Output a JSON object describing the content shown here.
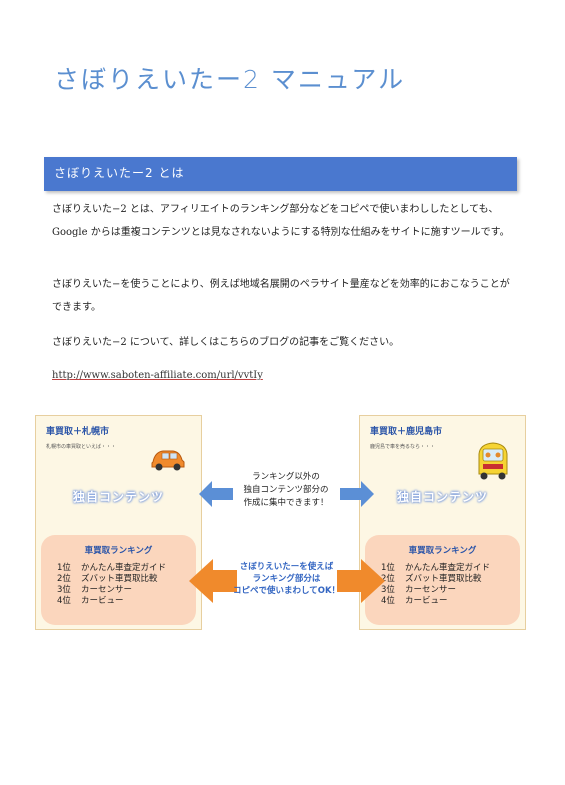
{
  "title": "さぼりえいたー2 マニュアル",
  "section": {
    "heading": "さぼりえいたー2 とは"
  },
  "paragraphs": [
    "さぼりえいた−2 とは、アフィリエイトのランキング部分などをコピペで使いまわししたとしても、Google からは重複コンテンツとは見なされないようにする特別な仕組みをサイトに施すツールです。",
    "さぼりえいた−を使うことにより、例えば地域名展開のペラサイト量産などを効率的におこなうことができます。",
    "さぼりえいた−2 について、詳しくはこちらのブログの記事をご覧ください。"
  ],
  "link": "http://www.saboten-affiliate.com/url/vvtIy",
  "diagram": {
    "left_panel": {
      "title": "車買取＋札幌市",
      "subtitle": "札幌市の車買取といえば・・・",
      "content_label": "独自コンテンツ",
      "ranking_title": "車買取ランキング",
      "ranking": [
        {
          "rank": "1位",
          "name": "かんたん車査定ガイド"
        },
        {
          "rank": "2位",
          "name": "ズバット車買取比較"
        },
        {
          "rank": "3位",
          "name": "カーセンサー"
        },
        {
          "rank": "4位",
          "name": "カービュー"
        }
      ]
    },
    "right_panel": {
      "title": "車買取＋鹿児島市",
      "subtitle": "鹿児島で車を売るなら・・・",
      "content_label": "独自コンテンツ",
      "ranking_title": "車買取ランキング",
      "ranking": [
        {
          "rank": "1位",
          "name": "かんたん車査定ガイド"
        },
        {
          "rank": "2位",
          "name": "ズバット車買取比較"
        },
        {
          "rank": "3位",
          "name": "カーセンサー"
        },
        {
          "rank": "4位",
          "name": "カービュー"
        }
      ]
    },
    "middle_top": [
      "ランキング以外の",
      "独自コンテンツ部分の",
      "作成に集中できます！"
    ],
    "middle_bottom": [
      "さぼりえいたーを使えば",
      "ランキング部分は",
      "コピペで使いまわしてOK！"
    ],
    "icons": [
      "orange-car-icon",
      "yellow-car-icon",
      "blue-double-arrow-icon",
      "orange-double-arrow-icon"
    ],
    "colors": {
      "accent": "#4a78cf",
      "panel_bg": "#fdf7e4",
      "ranking_bg": "#fbd6bd",
      "orange_arrow": "#f08a2c",
      "blue_arrow": "#5b8fd6"
    }
  }
}
